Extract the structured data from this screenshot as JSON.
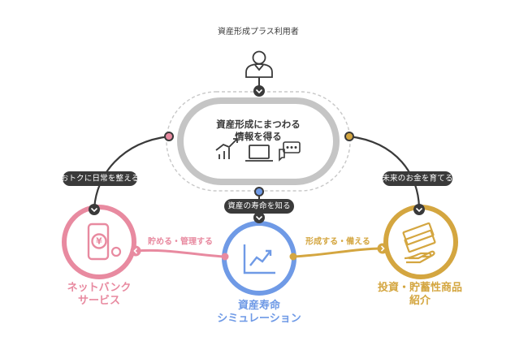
{
  "user": {
    "label": "資産形成プラス利用者"
  },
  "hub": {
    "line1": "資産形成にまつわる",
    "line2": "情報を得る"
  },
  "pills": {
    "left": "おトクに日常を整える",
    "center": "資産の寿命を知る",
    "right": "未来のお金を育てる"
  },
  "edges": {
    "left": "貯める・管理する",
    "right": "形成する・備える"
  },
  "nodes": {
    "netbank": {
      "line1": "ネットバンク",
      "line2": "サービス",
      "glyph": "¥"
    },
    "simulation": {
      "line1": "資産寿命",
      "line2": "シミュレーション"
    },
    "products": {
      "line1": "投資・貯蓄性商品",
      "line2": "紹介"
    }
  },
  "colors": {
    "pink": "#e88aa0",
    "blue": "#6f9ae6",
    "gold": "#d4a640",
    "dark": "#3a3a3a",
    "grey": "#c8c8c8"
  }
}
